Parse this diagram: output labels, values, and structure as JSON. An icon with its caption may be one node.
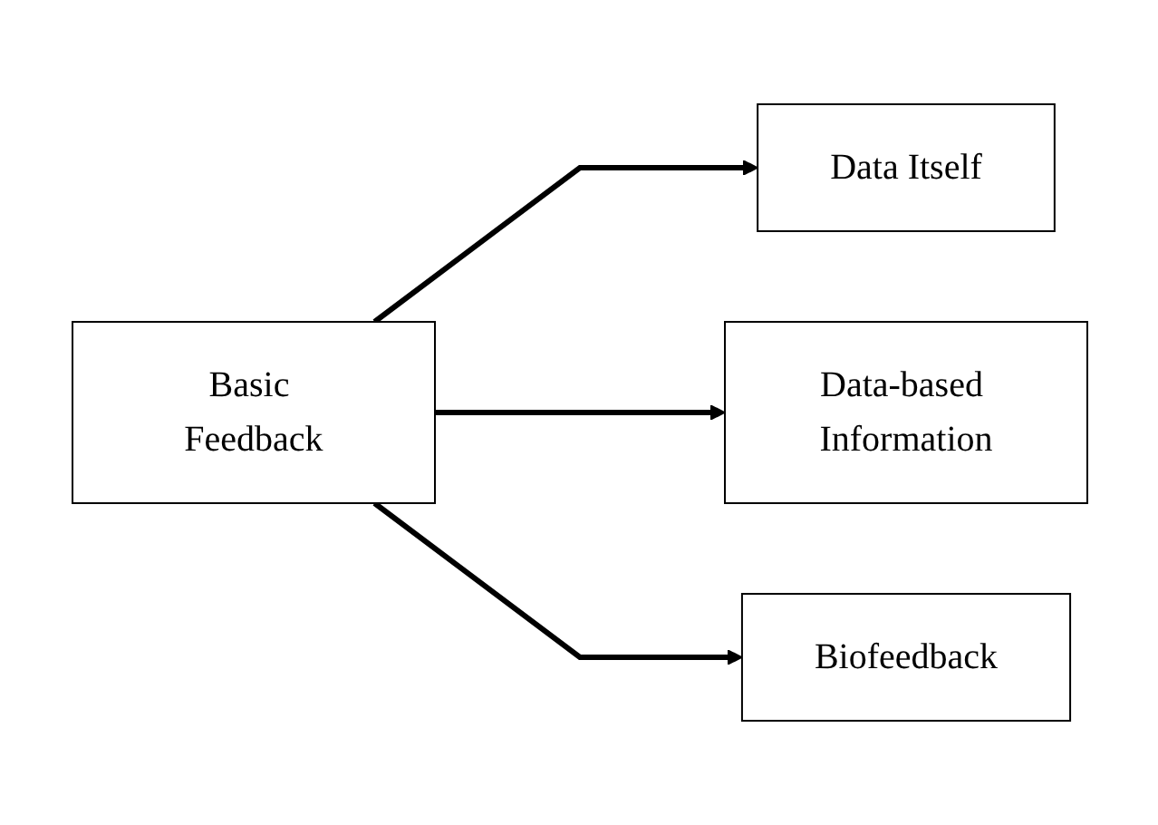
{
  "diagram": {
    "nodes": [
      {
        "text": [
          "Basic Feedback"
        ]
      },
      {
        "text": [
          "Data Itself"
        ]
      },
      {
        "text": [
          "Data-based Information"
        ]
      },
      {
        "text": [
          "Biofeedback"
        ]
      }
    ],
    "edges": [
      {
        "from": 0,
        "to": 1,
        "arrow": "to"
      },
      {
        "from": 0,
        "to": 2,
        "arrow": "to"
      },
      {
        "from": 0,
        "to": 3,
        "arrow": "to"
      }
    ]
  }
}
